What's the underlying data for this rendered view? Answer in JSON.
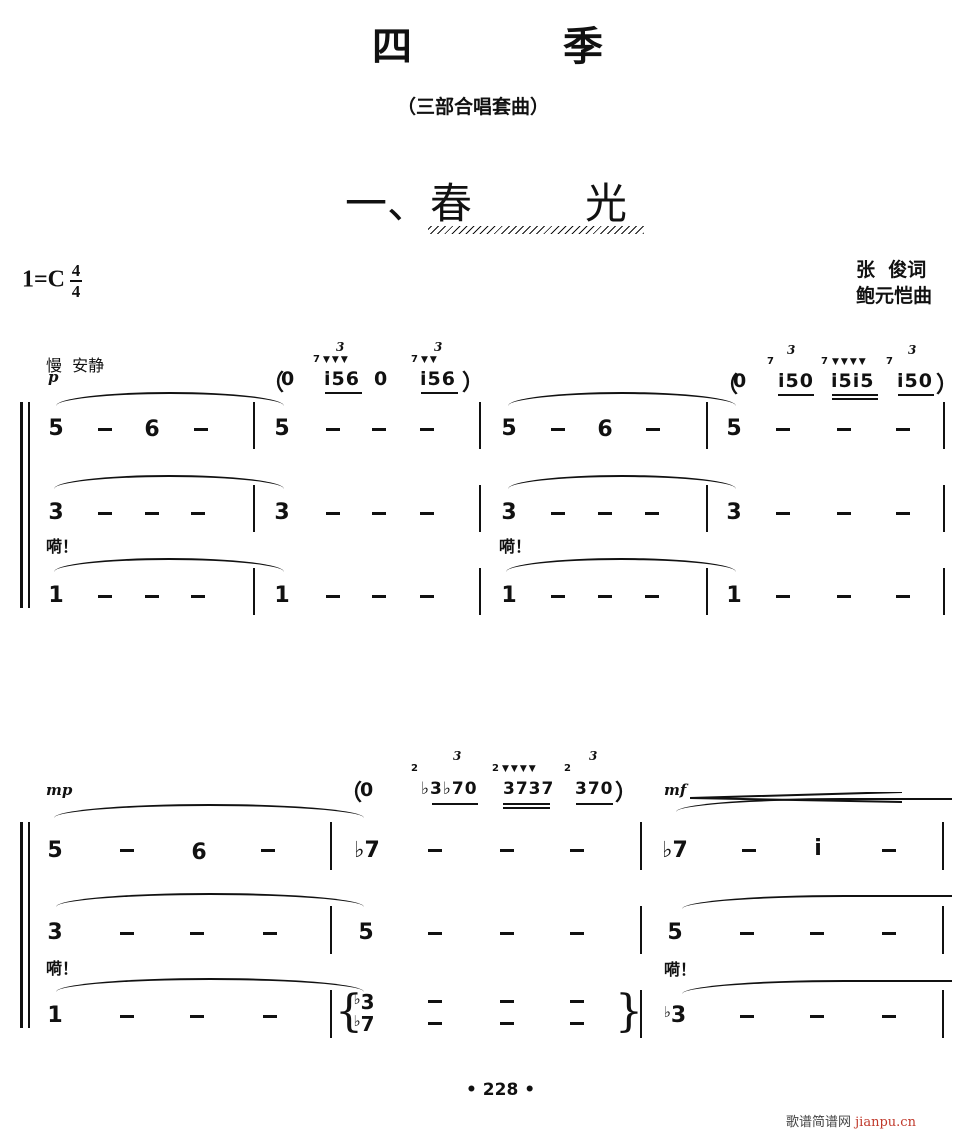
{
  "header": {
    "title_char_1": "四",
    "title_char_2": "季",
    "subtitle": "（三部合唱套曲）",
    "section_title_prefix": "一、",
    "section_title_char_1": "春",
    "section_title_char_2": "光",
    "key_signature": "1=C",
    "time_signature": {
      "numerator": "4",
      "denominator": "4"
    },
    "lyricist": "张  俊词",
    "composer": "鲍元恺曲"
  },
  "system1": {
    "tempo": "慢  安静",
    "dynamic": "p",
    "interlude_1": {
      "open_paren": "（",
      "rest": "0",
      "group_a": {
        "grace": "7",
        "notes": "i56",
        "tuplet": "3"
      },
      "rest2": "0",
      "group_b": {
        "grace": "7",
        "notes": "i56",
        "tuplet": "3"
      },
      "close_paren": "）"
    },
    "interlude_2": {
      "open_paren": "（",
      "rest": "0",
      "group_a": {
        "grace": "7",
        "notes": "i50",
        "tuplet": "3"
      },
      "group_b": {
        "grace": "7",
        "notes": "i5i5"
      },
      "group_c": {
        "grace": "7",
        "notes": "i50",
        "tuplet": "3"
      },
      "close_paren": "）"
    },
    "voices": [
      {
        "name": "soprano",
        "measures": [
          [
            "5",
            "–",
            "6",
            "–"
          ],
          [
            "5",
            "–",
            "–",
            "–"
          ],
          [
            "5",
            "–",
            "6",
            "–"
          ],
          [
            "5",
            "–",
            "–",
            "–"
          ]
        ]
      },
      {
        "name": "alto",
        "measures": [
          [
            "3",
            "–",
            "–",
            "–"
          ],
          [
            "3",
            "–",
            "–",
            "–"
          ],
          [
            "3",
            "–",
            "–",
            "–"
          ],
          [
            "3",
            "–",
            "–",
            "–"
          ]
        ],
        "lyric": "嗬！"
      },
      {
        "name": "bass",
        "measures": [
          [
            "1",
            "–",
            "–",
            "–"
          ],
          [
            "1",
            "–",
            "–",
            "–"
          ],
          [
            "1",
            "–",
            "–",
            "–"
          ],
          [
            "1",
            "–",
            "–",
            "–"
          ]
        ]
      }
    ]
  },
  "system2": {
    "dynamic_1": "mp",
    "dynamic_2": "mf",
    "interlude": {
      "open_paren": "（",
      "rest": "0",
      "group_a": {
        "grace": "2",
        "notes": "♭3♭70",
        "tuplet": "3"
      },
      "group_b": {
        "grace": "2",
        "notes": "3737"
      },
      "group_c": {
        "grace": "2",
        "notes": "370",
        "tuplet": "3"
      },
      "close_paren": "）"
    },
    "voices": [
      {
        "name": "soprano",
        "measures": [
          [
            "5",
            "–",
            "6",
            "–"
          ],
          [
            "♭7",
            "–",
            "–",
            "–"
          ],
          [
            "♭7",
            "–",
            "i",
            "–"
          ]
        ]
      },
      {
        "name": "alto",
        "measures": [
          [
            "3",
            "–",
            "–",
            "–"
          ],
          [
            "5",
            "–",
            "–",
            "–"
          ],
          [
            "5",
            "–",
            "–",
            "–"
          ]
        ],
        "lyric": "嗬！"
      },
      {
        "name": "bass",
        "measures": [
          [
            "1",
            "–",
            "–",
            "–"
          ],
          [
            "♭3/♭7",
            "–",
            "–",
            "–"
          ],
          [
            "♭3",
            "–",
            "–",
            "–"
          ]
        ]
      }
    ],
    "chord_upper": "3",
    "chord_lower": "7",
    "flat": "♭"
  },
  "footer": {
    "page_number": "• 228 •",
    "watermark_cn": "歌谱简谱网",
    "watermark_latin": "jianpu.cn"
  }
}
